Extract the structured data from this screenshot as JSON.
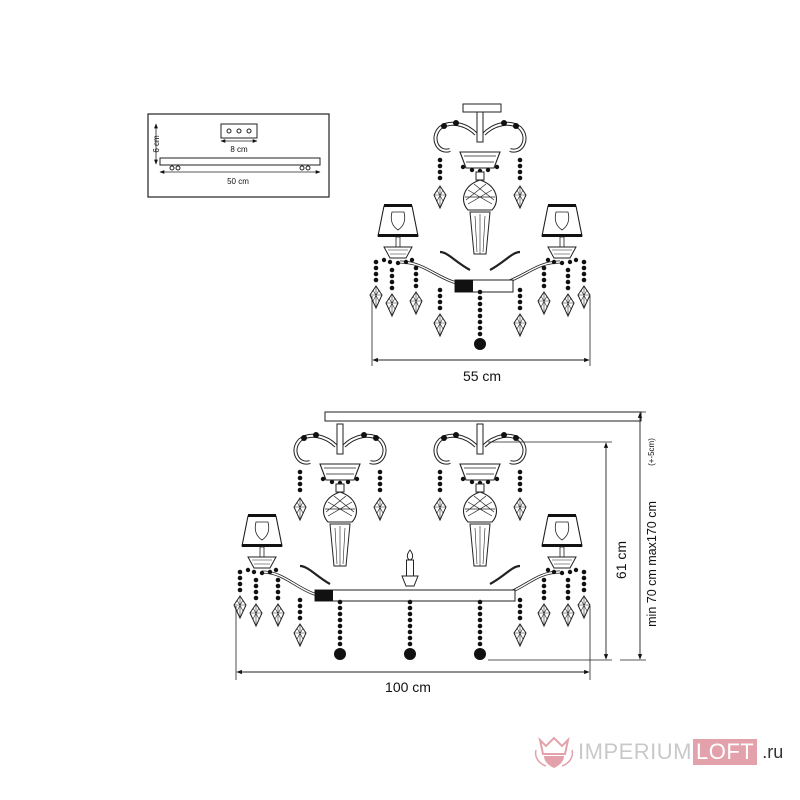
{
  "canopy_detail": {
    "height_label": "6 cm",
    "plate_label": "8 cm",
    "width_label": "50 cm"
  },
  "small_chandelier": {
    "width_label": "55 cm"
  },
  "large_chandelier": {
    "width_label": "100 cm",
    "body_height_label": "61 cm",
    "total_height_label": "min 70 cm max170 cm",
    "adjust_note": "(+-5cm)"
  },
  "watermark": {
    "brand": "IMPERIUM",
    "loft": "LOFT",
    "tld": ".ru",
    "colors": {
      "brand": "#c9c9c9",
      "loft_bg": "#e3a2ab",
      "crest": "#e3a2ab"
    }
  }
}
